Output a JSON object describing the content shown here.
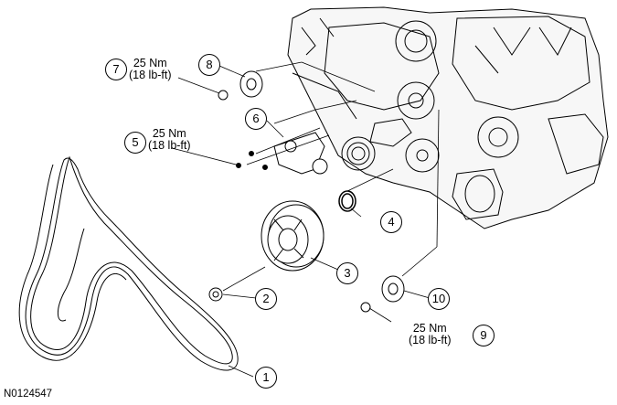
{
  "figure_id": "N0124547",
  "callouts": [
    {
      "num": "1"
    },
    {
      "num": "2"
    },
    {
      "num": "3"
    },
    {
      "num": "4"
    },
    {
      "num": "5"
    },
    {
      "num": "6"
    },
    {
      "num": "7"
    },
    {
      "num": "8"
    },
    {
      "num": "9"
    },
    {
      "num": "10"
    }
  ],
  "torque_specs": [
    {
      "callout": "7",
      "metric": "25 Nm",
      "imperial": "(18 lb-ft)"
    },
    {
      "callout": "5",
      "metric": "25 Nm",
      "imperial": "(18 lb-ft)"
    },
    {
      "callout": "9",
      "metric": "25 Nm",
      "imperial": "(18 lb-ft)"
    }
  ]
}
